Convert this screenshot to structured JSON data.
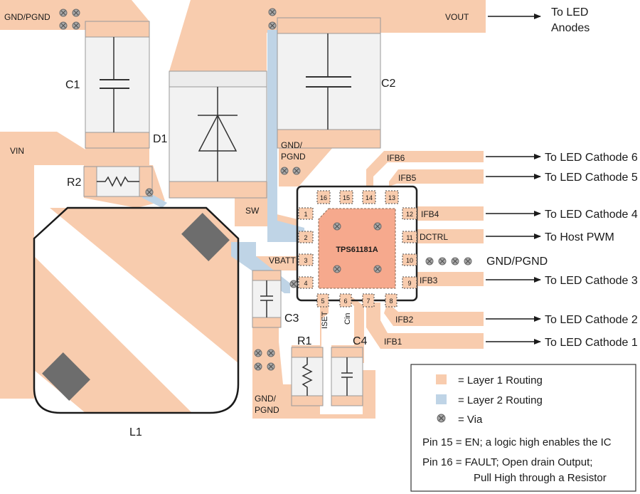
{
  "colors": {
    "layer1": "#f8ccae",
    "layer2": "#bfd4e6",
    "ic_pad": "#f6a98d",
    "via": "#8c8c8c",
    "component": "#f2f2f2",
    "inductor_pad": "#6d6d6d"
  },
  "labels": {
    "gnd_pgnd_topleft": "GND/PGND",
    "vout": "VOUT",
    "to_led_anodes_1": "To LED",
    "to_led_anodes_2": "Anodes",
    "c1": "C1",
    "c2": "C2",
    "c3": "C3",
    "c4": "C4",
    "d1": "D1",
    "r1": "R1",
    "r2": "R2",
    "l1": "L1",
    "vin": "VIN",
    "sw": "SW",
    "vbatt": "VBATT",
    "gnd_pgnd_mid_1": "GND/",
    "gnd_pgnd_mid_2": "PGND",
    "gnd_pgnd_bottom_1": "GND/",
    "gnd_pgnd_bottom_2": "PGND",
    "ic_name": "TPS61181A",
    "iset": "ISET",
    "cin": "Cin",
    "gnd_pgnd_right": "GND/PGND"
  },
  "pins": {
    "p1": "1",
    "p2": "2",
    "p3": "3",
    "p4": "4",
    "p5": "5",
    "p6": "6",
    "p7": "7",
    "p8": "8",
    "p9": "9",
    "p10": "10",
    "p11": "11",
    "p12": "12",
    "p13": "13",
    "p14": "14",
    "p15": "15",
    "p16": "16"
  },
  "nets": {
    "ifb6": "IFB6",
    "ifb5": "IFB5",
    "ifb4": "IFB4",
    "dctrl": "DCTRL",
    "ifb3": "IFB3",
    "ifb2": "IFB2",
    "ifb1": "IFB1"
  },
  "destinations": {
    "cathode6": "To LED Cathode 6",
    "cathode5": "To LED Cathode 5",
    "cathode4": "To LED Cathode 4",
    "host_pwm": "To Host PWM",
    "cathode3": "To LED Cathode 3",
    "cathode2": "To LED Cathode 2",
    "cathode1": "To LED Cathode 1"
  },
  "legend": {
    "layer1": "= Layer 1 Routing",
    "layer2": "= Layer 2 Routing",
    "via": "= Via",
    "note_pin15": "Pin 15 = EN; a logic high enables the IC",
    "note_pin16_a": "Pin 16 = FAULT; Open drain Output;",
    "note_pin16_b": "Pull High through a Resistor"
  }
}
